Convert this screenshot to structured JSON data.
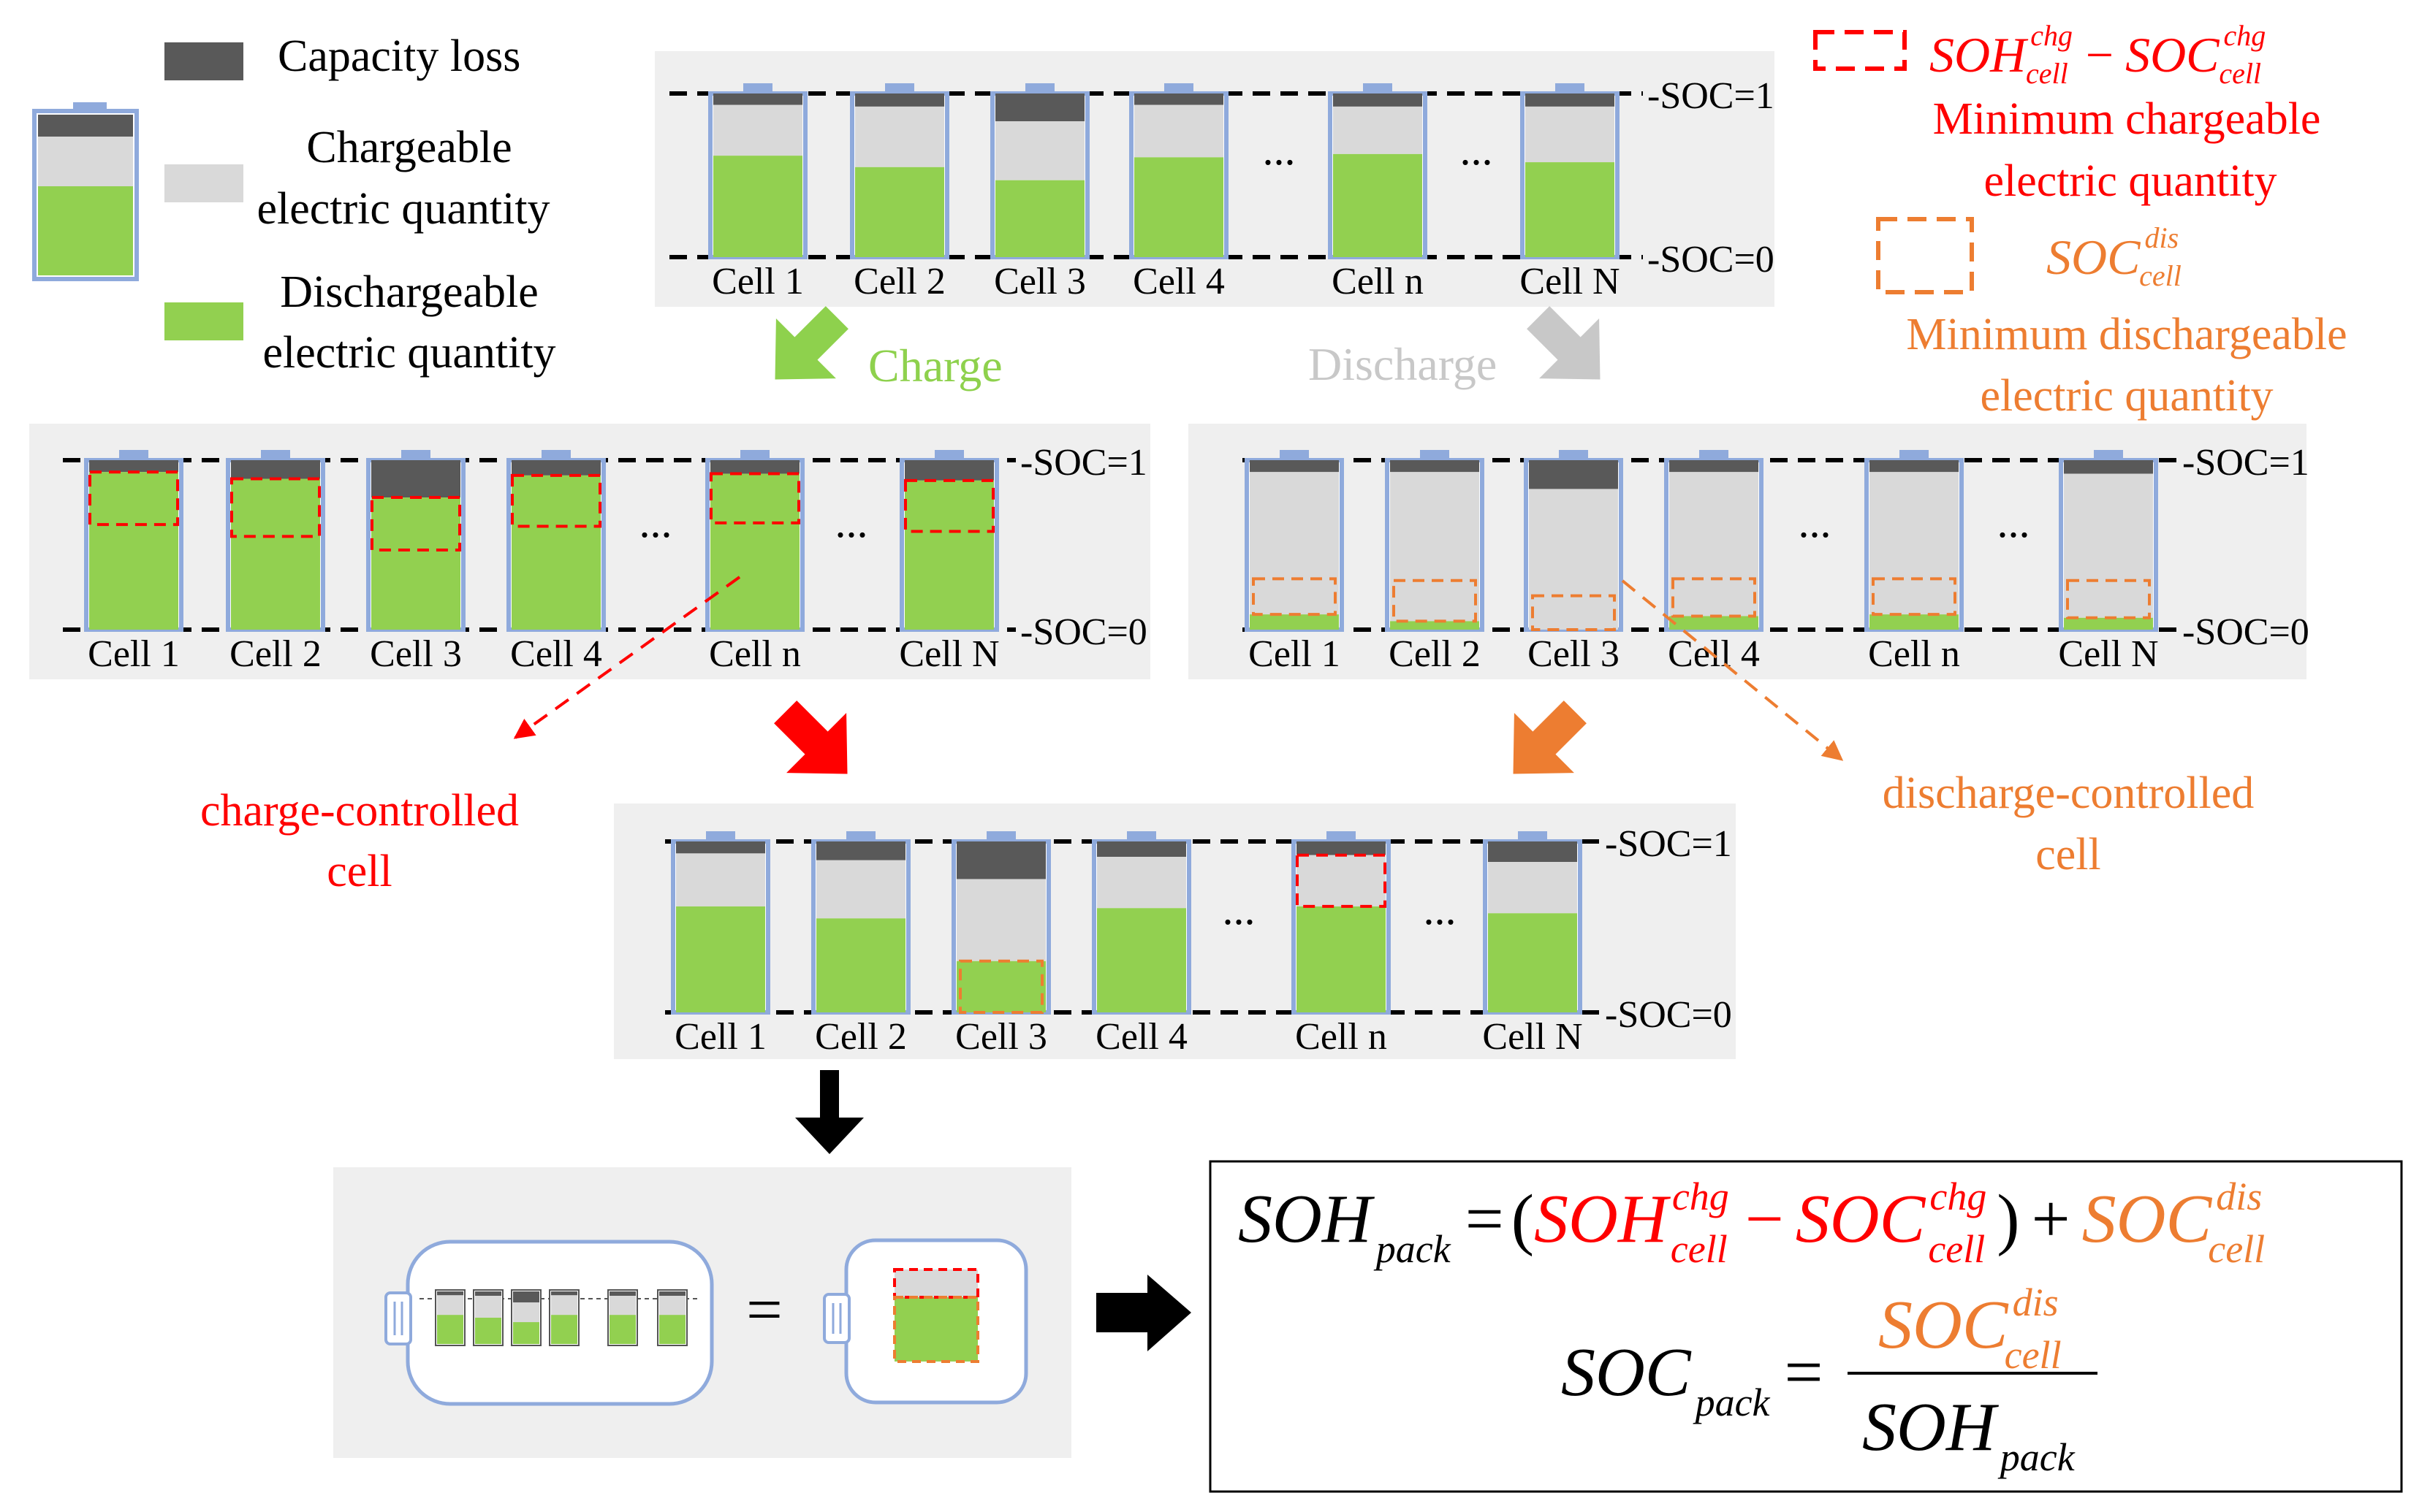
{
  "legend": {
    "capacity_loss": "Capacity loss",
    "chargeable": [
      "Chargeable",
      "electric quantity"
    ],
    "dischargeable": [
      "Dischargeable",
      "electric quantity"
    ]
  },
  "right_legend": {
    "min_chargeable": [
      "Minimum chargeable",
      "electric quantity"
    ],
    "min_dischargeable": [
      "Minimum dischargeable",
      "electric quantity"
    ]
  },
  "axis_labels": {
    "soc_top": "-SOC=1",
    "soc_bottom": "-SOC=0"
  },
  "cell_labels": [
    "Cell 1",
    "Cell 2",
    "Cell 3",
    "Cell 4",
    "Cell n",
    "Cell N"
  ],
  "ellipsis": "...",
  "arrows": {
    "charge": "Charge",
    "discharge": "Discharge"
  },
  "callouts": {
    "charge_controlled": [
      "charge-controlled",
      "cell"
    ],
    "discharge_controlled": [
      "discharge-controlled",
      "cell"
    ]
  },
  "equals": "=",
  "formula": {
    "soh": "SOH",
    "soc": "SOC",
    "sub_cell": "cell",
    "sub_pack": "pack",
    "sup_chg": "chg",
    "sup_dis": "dis",
    "minus": "−",
    "plus": "+",
    "eq": "=",
    "lparen": "(",
    "rparen": ")"
  },
  "colors": {
    "green": "#92d050",
    "light_gray": "#d9d9d9",
    "dark_gray": "#595959",
    "battery_border": "#8faadc",
    "red": "#ff0000",
    "orange": "#ed7d31",
    "charge_arrow": "#8ed14d",
    "discharge_arrow": "#c8c8c8"
  }
}
